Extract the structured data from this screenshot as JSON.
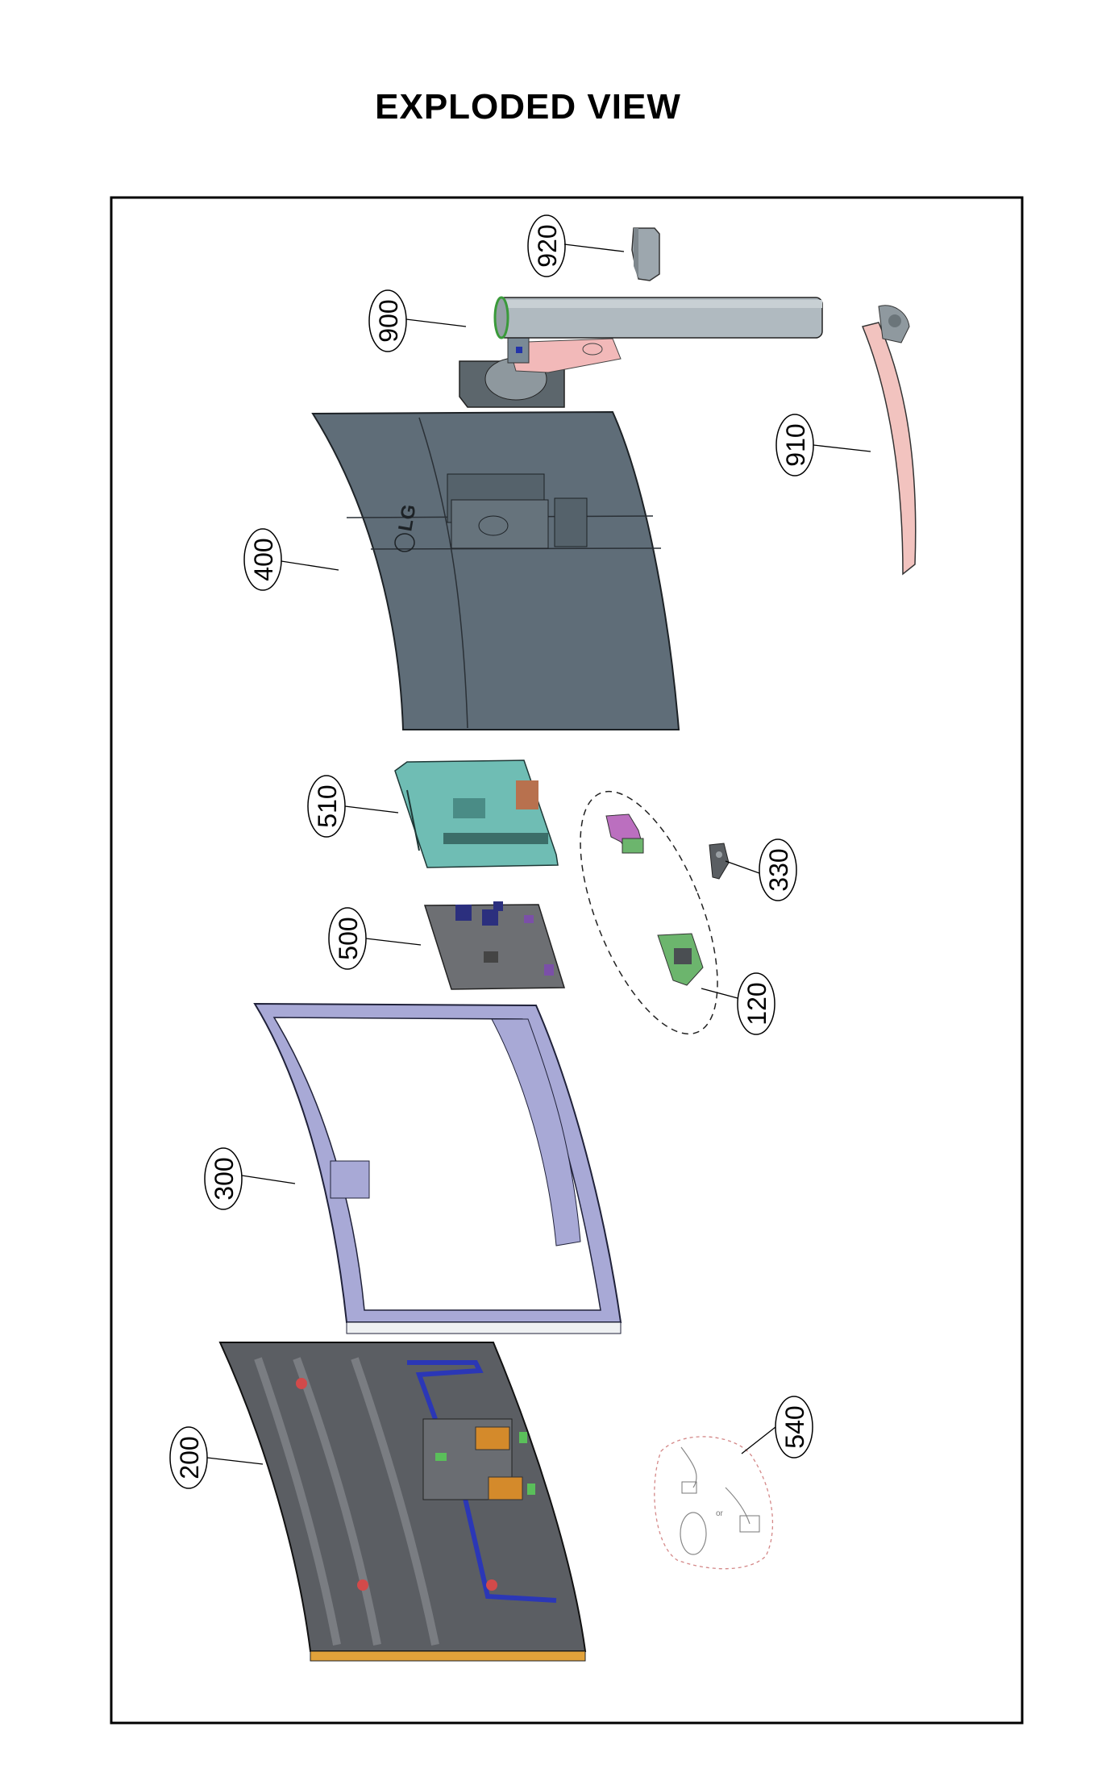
{
  "title": "EXPLODED VIEW",
  "labels": {
    "p920": "920",
    "p900": "900",
    "p910": "910",
    "p400": "400",
    "p510": "510",
    "p330": "330",
    "p500": "500",
    "p120": "120",
    "p300": "300",
    "p200": "200",
    "p540": "540"
  },
  "logo_text": "LG",
  "colors": {
    "back_cover": "#5f6d78",
    "stand_arm": "#a9b3b9",
    "stand_hinge": "#f0b3b3",
    "main_board": "#6fbdb4",
    "power_board": "#6d6f73",
    "middle_frame": "#a8a9d6",
    "panel": "#5b5e63",
    "panel_edge": "#e2a23a",
    "speaker_purple": "#bb6fbf",
    "speaker_green": "#6cb56d",
    "cable_blue": "#2b37b6",
    "fpc_orange": "#d48a2b"
  }
}
